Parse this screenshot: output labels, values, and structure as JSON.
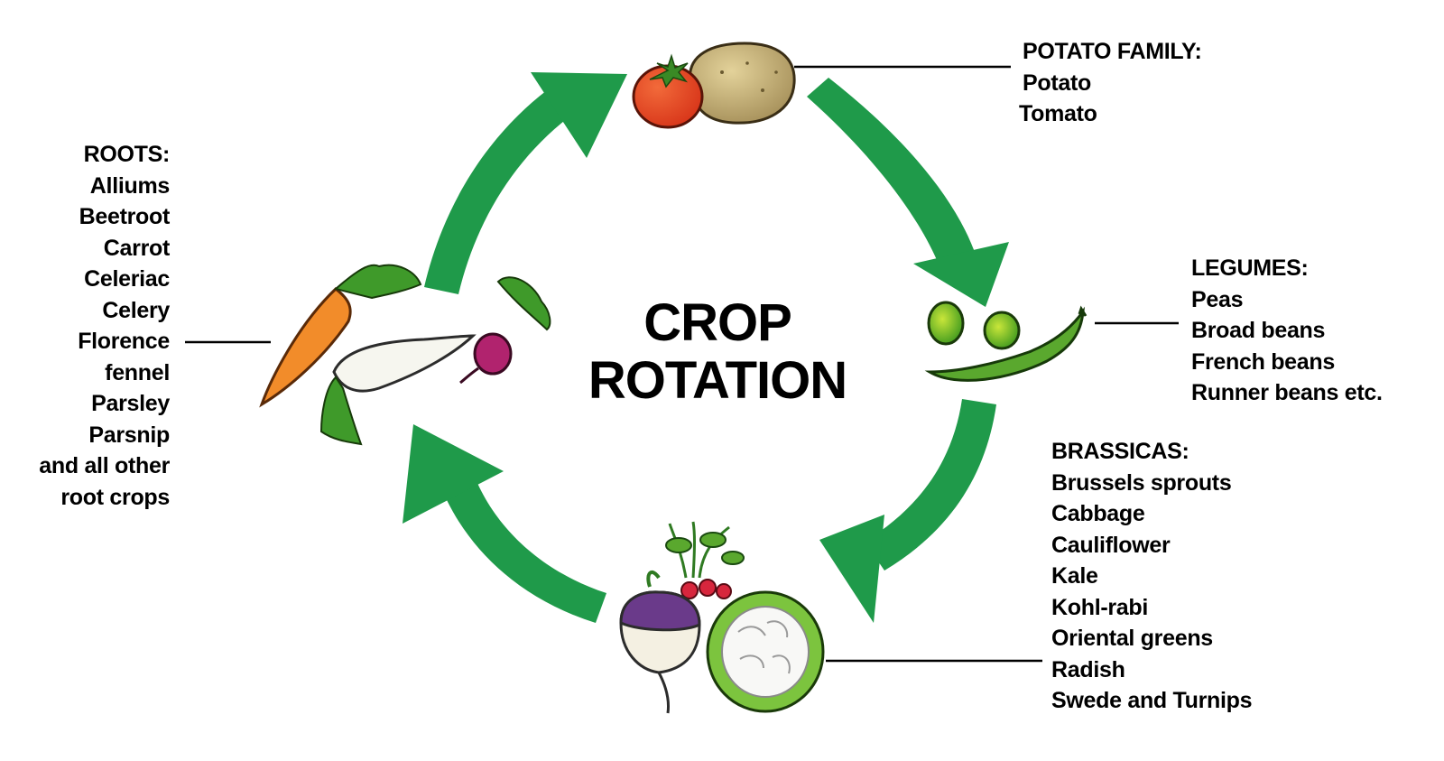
{
  "title": {
    "line1": "CROP",
    "line2": "ROTATION"
  },
  "arrow_color": "#1f9a4a",
  "groups": {
    "potato": {
      "heading": "POTATO FAMILY:",
      "items": [
        "Potato",
        "Tomato"
      ]
    },
    "legumes": {
      "heading": "LEGUMES:",
      "items": [
        "Peas",
        "Broad beans",
        "French beans",
        "Runner beans etc."
      ]
    },
    "brassicas": {
      "heading": "BRASSICAS:",
      "items": [
        "Brussels sprouts",
        "Cabbage",
        "Cauliflower",
        "Kale",
        "Kohl-rabi",
        "Oriental greens",
        "Radish",
        "Swede and Turnips"
      ]
    },
    "roots": {
      "heading": "ROOTS:",
      "items": [
        "Alliums",
        "Beetroot",
        "Carrot",
        "Celeriac",
        "Celery",
        "Florence",
        "fennel",
        "Parsley",
        "Parsnip",
        "and all other",
        "root crops"
      ]
    }
  },
  "illustrations": [
    "tomato",
    "potato",
    "peas",
    "pea-pod",
    "turnip",
    "radish",
    "cauliflower",
    "carrot",
    "parsnip",
    "beetroot"
  ]
}
